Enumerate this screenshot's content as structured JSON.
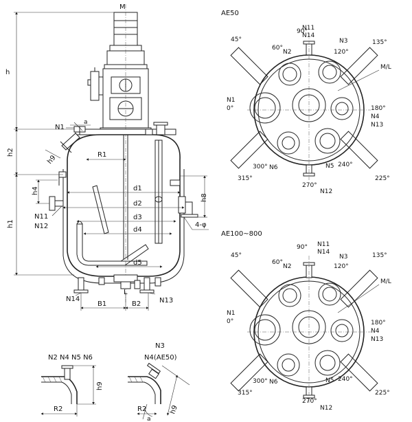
{
  "left": {
    "motor": "M",
    "h": "h",
    "h2": "h2",
    "h1": "h1",
    "h4": "h4",
    "h8": "h8",
    "h9": "h9",
    "n1": "N1",
    "a": "a",
    "r1": "R1",
    "d1": "d1",
    "d2": "d2",
    "d3": "d3",
    "d4": "d4",
    "d5": "d5",
    "n11": "N11",
    "n12": "N12",
    "n13": "N13",
    "n14": "N14",
    "b1": "B1",
    "b2": "B2",
    "l": "L",
    "lugs": "4-φ"
  },
  "top_view_1": {
    "title": "AE50",
    "n11": "N11",
    "n14": "N14",
    "n2": "N2",
    "n3": "N3",
    "ml": "M/L",
    "n1": "N1",
    "n4": "N4",
    "n13": "N13",
    "n6": "N6",
    "n5": "N5",
    "n12": "N12",
    "a90": "90°",
    "a45": "45°",
    "a60": "60°",
    "a120": "120°",
    "a135": "135°",
    "a0": "0°",
    "a180": "180°",
    "a300": "300°",
    "a240": "240°",
    "a315": "315°",
    "a225": "225°",
    "a270": "270°"
  },
  "top_view_2": {
    "title": "AE100~800",
    "n11": "N11",
    "n14": "N14",
    "n2": "N2",
    "n3": "N3",
    "ml": "M/L",
    "n1": "N1",
    "n4": "N4",
    "n13": "N13",
    "n6": "N6",
    "n5": "N5",
    "n12": "N12",
    "a90": "90°",
    "a45": "45°",
    "a60": "60°",
    "a120": "120°",
    "a135": "135°",
    "a0": "0°",
    "a180": "180°",
    "a300": "300°",
    "a240": "240°",
    "a315": "315°",
    "a225": "225°",
    "a270": "270°"
  },
  "detail_1": {
    "label": "N2 N4 N5 N6",
    "h9": "h9",
    "r2": "R2"
  },
  "detail_2": {
    "label1": "N3",
    "label2": "N4(AE50)",
    "h9": "h9",
    "r2": "R2",
    "a": "a"
  }
}
